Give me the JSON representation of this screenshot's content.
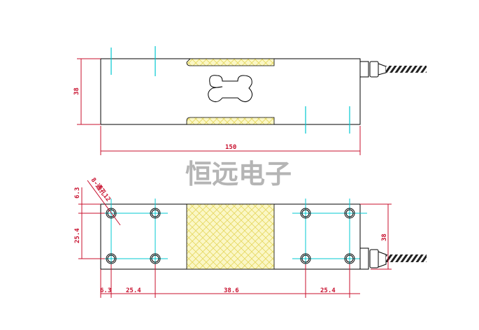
{
  "watermark": "恒远电子",
  "top_view": {
    "height_label": "38",
    "length_label": "150"
  },
  "bottom_view": {
    "hole_label": "8-通孔12",
    "top_offset_label": "6.3",
    "hole_spacing_v_label": "25.4",
    "width_label": "38",
    "bottom_dims": [
      "6.3",
      "25.4",
      "38.6",
      "25.4"
    ]
  },
  "colors": {
    "dimension": "#c8102e",
    "centerline": "#00c8d0",
    "gauge": "#f5f0a0",
    "outline": "#000000"
  }
}
